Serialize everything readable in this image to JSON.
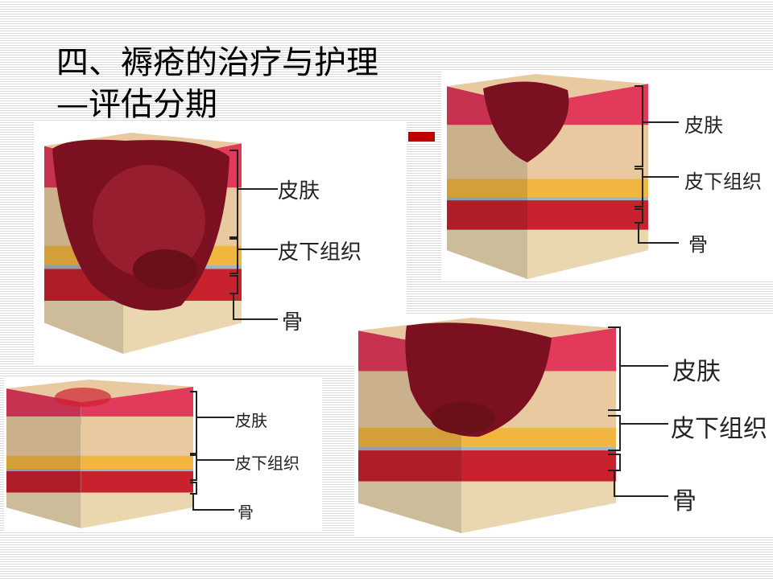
{
  "slide": {
    "title_line1": "四、褥疮的治疗与护理",
    "title_line2": "—评估分期"
  },
  "labels": {
    "skin": "皮肤",
    "subcutaneous": "皮下组织",
    "bone": "骨"
  },
  "colors": {
    "accent": "#c00000",
    "skin": "#e23a5a",
    "dermis": "#e8c9a0",
    "fat": "#f2b640",
    "muscle": "#c8222e",
    "bone": "#ead7b0",
    "wound": "#7a1020"
  }
}
